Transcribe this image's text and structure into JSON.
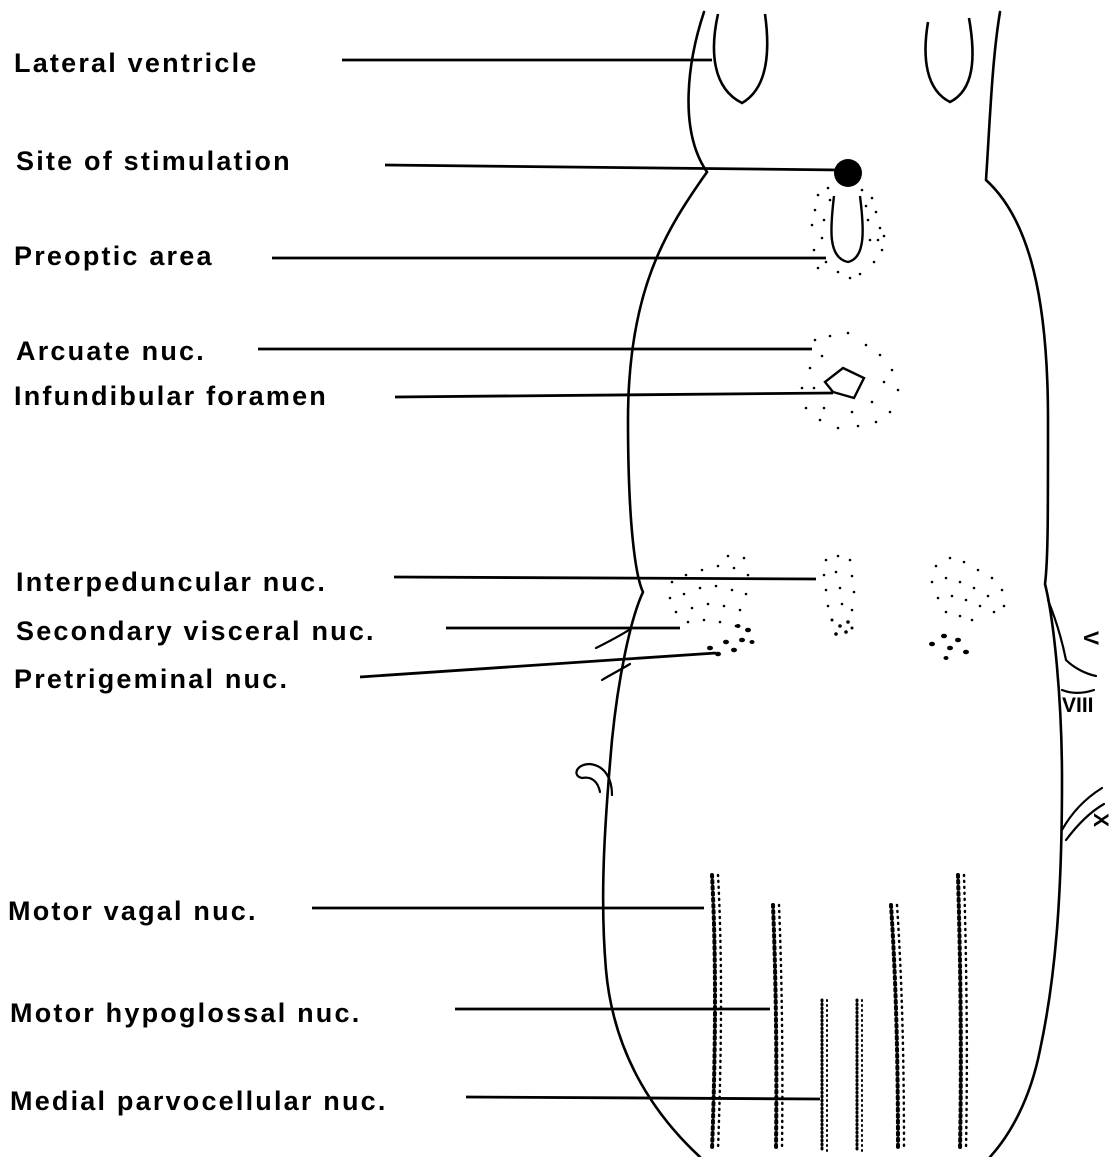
{
  "labels": {
    "lateral_ventricle": "Lateral ventricle",
    "site_of_stimulation": "Site of stimulation",
    "preoptic_area": "Preoptic area",
    "arcuate_nuc": "Arcuate nuc.",
    "infundibular_foramen": "Infundibular foramen",
    "interpeduncular_nuc": "Interpeduncular nuc.",
    "secondary_visceral_nuc": "Secondary visceral nuc.",
    "pretrigeminal_nuc": "Pretrigeminal nuc.",
    "motor_vagal_nuc": "Motor vagal nuc.",
    "motor_hypoglossal_nuc": "Motor hypoglossal nuc.",
    "medial_parvocellular_nuc": "Medial parvocellular nuc."
  },
  "nerves": {
    "trigeminal": "V",
    "octaval": "VIII",
    "vagus": "X"
  },
  "colors": {
    "ink": "#000000",
    "paper": "#ffffff"
  }
}
